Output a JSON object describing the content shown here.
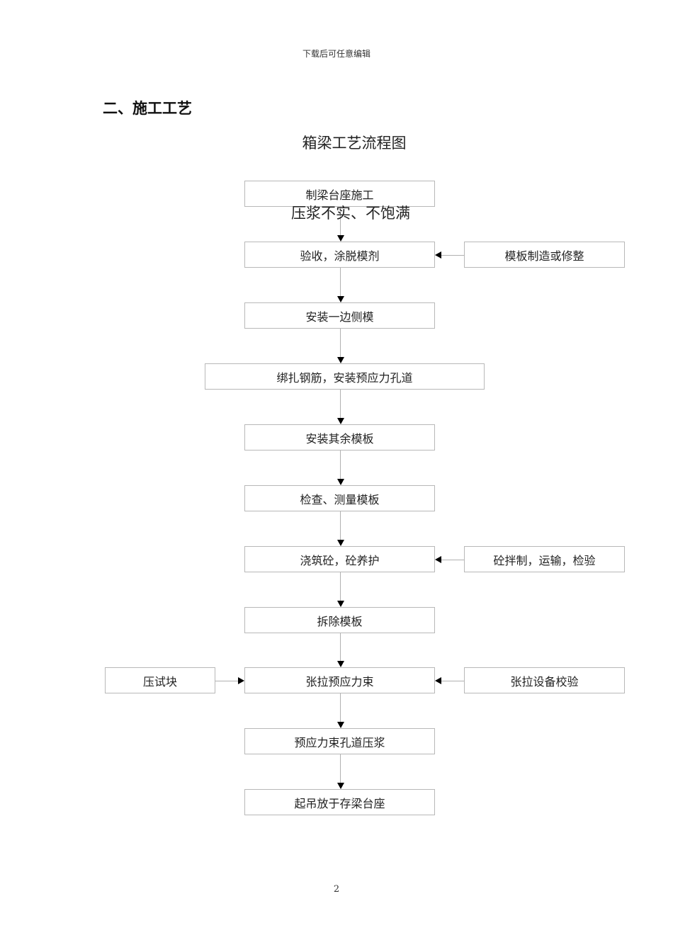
{
  "header": {
    "text": "下载后可任意编辑"
  },
  "section": {
    "heading": "二、施工工艺"
  },
  "flowchart": {
    "title": "箱梁工艺流程图",
    "overlay_note": "压浆不实、不饱满",
    "main_steps": [
      {
        "label": "制梁台座施工"
      },
      {
        "label": "验收，涂脱模剂"
      },
      {
        "label": "安装一边侧模"
      },
      {
        "label": "绑扎钢筋，安装预应力孔道"
      },
      {
        "label": "安装其余模板"
      },
      {
        "label": "检查、测量模板"
      },
      {
        "label": "浇筑砼，砼养护"
      },
      {
        "label": "拆除模板"
      },
      {
        "label": "张拉预应力束"
      },
      {
        "label": "预应力束孔道压浆"
      },
      {
        "label": "起吊放于存梁台座"
      }
    ],
    "side_inputs": {
      "formwork": {
        "label": "模板制造或修整",
        "target": "验收，涂脱模剂"
      },
      "concrete": {
        "label": "砼拌制，运输，检验",
        "target": "浇筑砼，砼养护"
      },
      "test_block": {
        "label": "压试块",
        "target": "张拉预应力束"
      },
      "tension_equipment": {
        "label": "张拉设备校验",
        "target": "张拉预应力束"
      }
    }
  },
  "footer": {
    "page_number": "2"
  }
}
